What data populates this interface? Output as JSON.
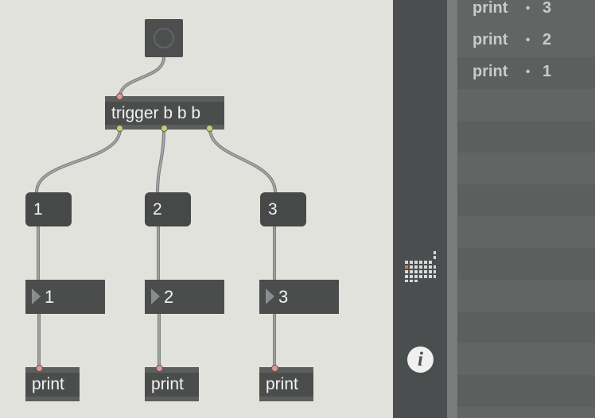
{
  "patcher": {
    "trigger_label": "trigger b b b",
    "messages": [
      "1",
      "2",
      "3"
    ],
    "numbers": [
      "1",
      "2",
      "3"
    ],
    "prints": [
      "print",
      "print",
      "print"
    ]
  },
  "toolbar": {
    "grid_icon": "grid-icon",
    "info_label": "i"
  },
  "console": {
    "rows": [
      {
        "source": "print",
        "sep": "•",
        "value": "3"
      },
      {
        "source": "print",
        "sep": "•",
        "value": "2"
      },
      {
        "source": "print",
        "sep": "•",
        "value": "1"
      }
    ]
  }
}
